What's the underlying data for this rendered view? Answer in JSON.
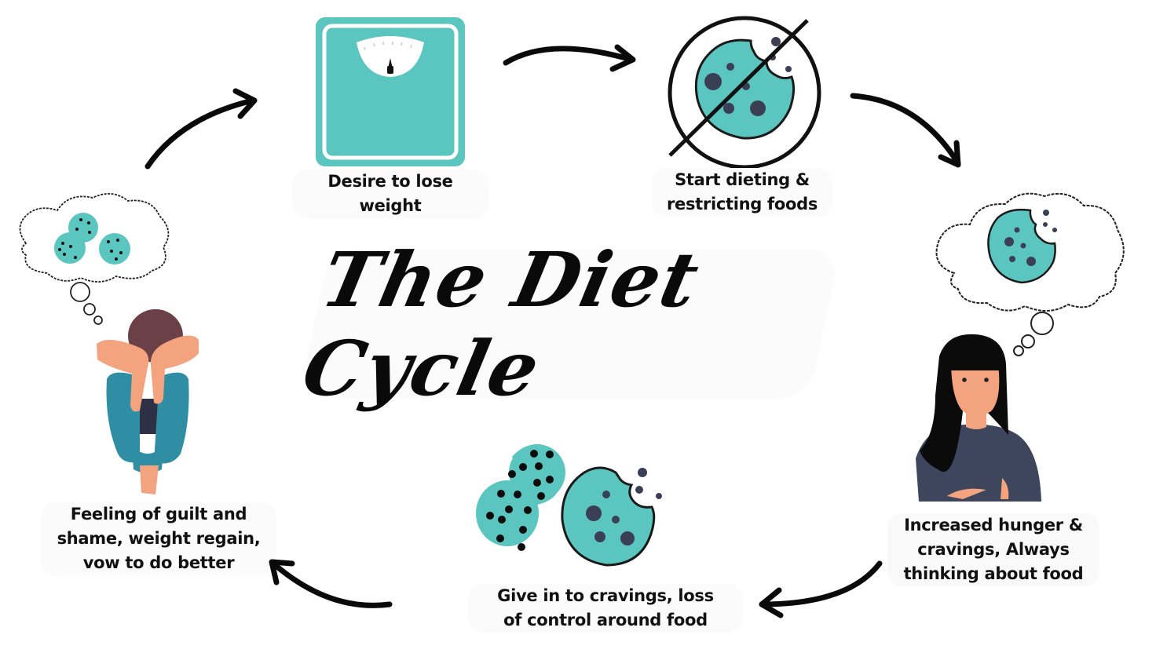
{
  "title": "The Diet Cycle",
  "colors": {
    "teal": "#5bc5c0",
    "chip": "#3b3f55",
    "ink": "#0a0a0a",
    "skin": "#f3a37e",
    "hair_brown": "#6b4147",
    "pants_blue": "#2f8ea3",
    "shirt_navy": "#3d465c"
  },
  "stages": [
    {
      "id": "desire",
      "label_lines": [
        "Desire to lose",
        "weight"
      ],
      "icon": "bathroom-scale-icon"
    },
    {
      "id": "restrict",
      "label_lines": [
        "Start dieting &",
        "restricting foods"
      ],
      "icon": "no-cookie-icon"
    },
    {
      "id": "hunger",
      "label_lines": [
        "Increased hunger &",
        "cravings, Always",
        "thinking about food"
      ],
      "icon": "thinking-woman-icon"
    },
    {
      "id": "give-in",
      "label_lines": [
        "Give in to cravings, loss",
        "of control around food"
      ],
      "icon": "cookies-icon"
    },
    {
      "id": "guilt",
      "label_lines": [
        "Feeling of guilt and",
        "shame, weight regain,",
        "vow to do better"
      ],
      "icon": "sad-person-icon"
    }
  ],
  "arrows": [
    {
      "from": "guilt",
      "to": "desire"
    },
    {
      "from": "desire",
      "to": "restrict"
    },
    {
      "from": "restrict",
      "to": "hunger"
    },
    {
      "from": "hunger",
      "to": "give-in"
    },
    {
      "from": "give-in",
      "to": "guilt"
    }
  ]
}
